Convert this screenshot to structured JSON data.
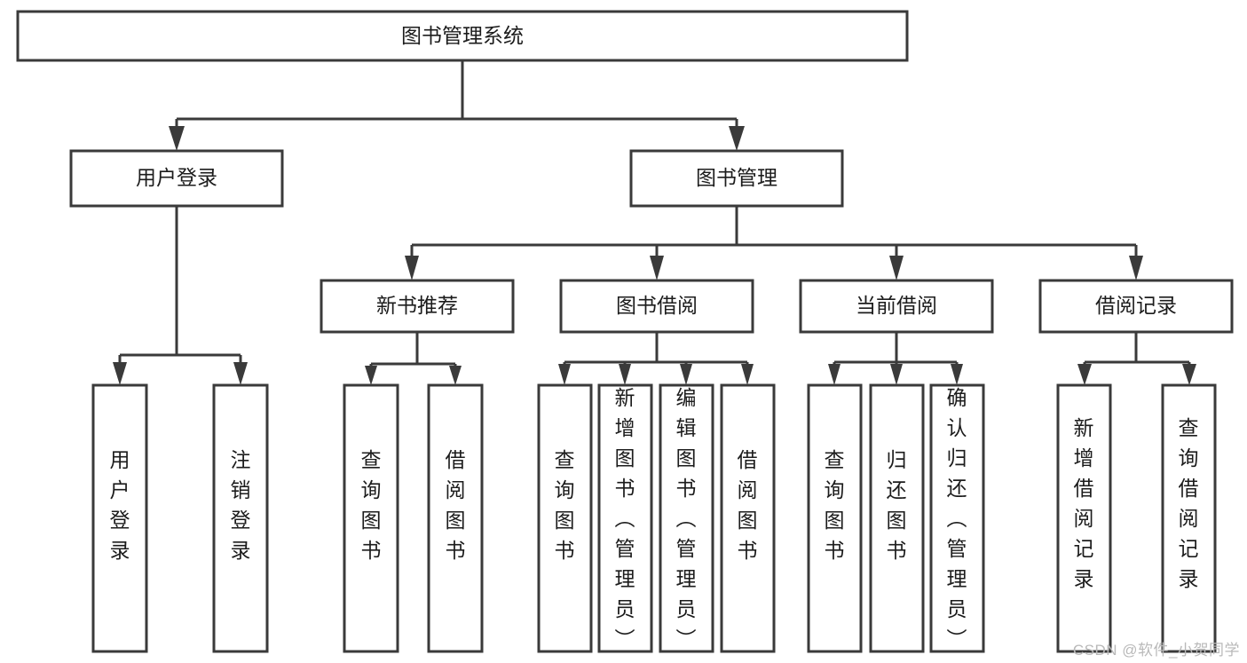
{
  "diagram": {
    "type": "tree-hierarchy",
    "title": "图书管理系统",
    "orientation": "top-down",
    "colors": {
      "stroke": "#3a3a3a",
      "fill": "#ffffff",
      "text": "#1c1c1c",
      "background": "#ffffff",
      "watermark": "#b9b9b9"
    },
    "root": {
      "id": "root",
      "label": "图书管理系统",
      "level": 1
    },
    "level2": [
      {
        "id": "user-login",
        "label": "用户登录",
        "level": 2
      },
      {
        "id": "book-manage",
        "label": "图书管理",
        "level": 2
      }
    ],
    "level3": [
      {
        "id": "new-book-recommend",
        "label": "新书推荐",
        "level": 3,
        "parent": "book-manage"
      },
      {
        "id": "book-borrow",
        "label": "图书借阅",
        "level": 3,
        "parent": "book-manage"
      },
      {
        "id": "current-borrow",
        "label": "当前借阅",
        "level": 3,
        "parent": "book-manage"
      },
      {
        "id": "borrow-record",
        "label": "借阅记录",
        "level": 3,
        "parent": "book-manage"
      }
    ],
    "leaves": [
      {
        "id": "leaf-user-login",
        "label": "用户登录",
        "parent": "user-login"
      },
      {
        "id": "leaf-logout-login",
        "label": "注销登录",
        "parent": "user-login"
      },
      {
        "id": "leaf-query-book-1",
        "label": "查询图书",
        "parent": "new-book-recommend"
      },
      {
        "id": "leaf-borrow-book-1",
        "label": "借阅图书",
        "parent": "new-book-recommend"
      },
      {
        "id": "leaf-query-book-2",
        "label": "查询图书",
        "parent": "book-borrow"
      },
      {
        "id": "leaf-add-book",
        "label": "新增图书（管理员）",
        "parent": "book-borrow"
      },
      {
        "id": "leaf-edit-book",
        "label": "编辑图书（管理员）",
        "parent": "book-borrow"
      },
      {
        "id": "leaf-borrow-book-2",
        "label": "借阅图书",
        "parent": "book-borrow"
      },
      {
        "id": "leaf-query-book-3",
        "label": "查询图书",
        "parent": "current-borrow"
      },
      {
        "id": "leaf-return-book",
        "label": "归还图书",
        "parent": "current-borrow"
      },
      {
        "id": "leaf-confirm-return",
        "label": "确认归还（管理员）",
        "parent": "current-borrow"
      },
      {
        "id": "leaf-add-record",
        "label": "新增借阅记录",
        "parent": "borrow-record"
      },
      {
        "id": "leaf-query-record",
        "label": "查询借阅记录",
        "parent": "borrow-record"
      }
    ]
  },
  "watermark": {
    "text": "CSDN @软件_小贺同学"
  }
}
